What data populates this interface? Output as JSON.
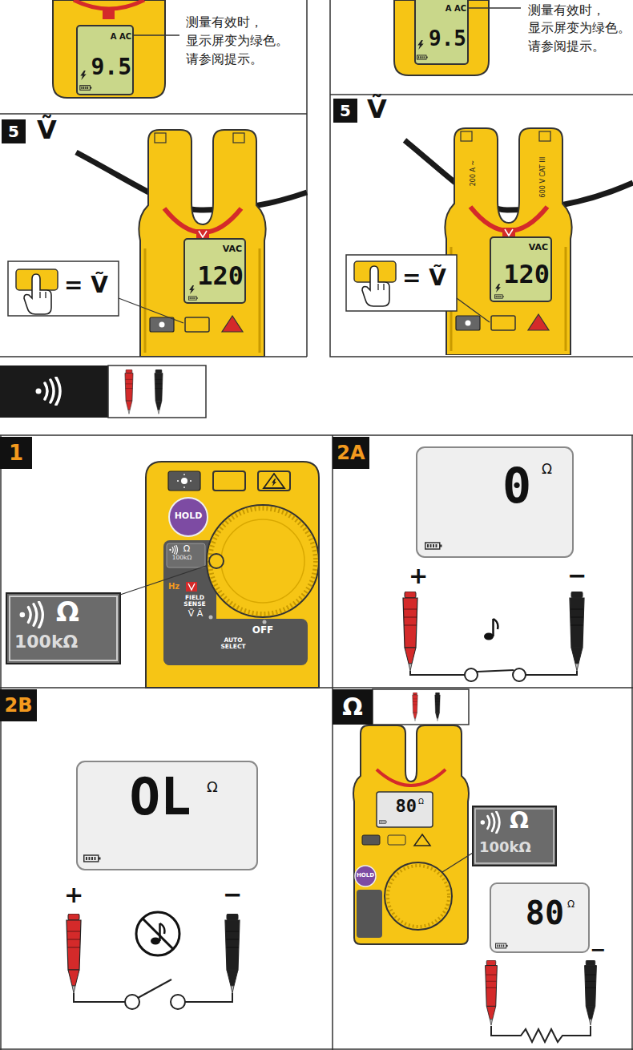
{
  "diagram": {
    "nodes": [
      {
        "text": [
          "A AC",
          "9.5"
        ]
      },
      {
        "text": [
          "测量有效时， 显示屏变为绿色。 请参阅提示。"
        ]
      },
      {
        "text": [
          "A AC",
          "9.5"
        ]
      },
      {
        "text": [
          "测量有效时， 显示屏变为绿色。 请参阅提示。"
        ]
      },
      {
        "text": [
          "5",
          "Ṽ"
        ]
      },
      {
        "text": [
          "VAC",
          "120"
        ],
        "in": 4
      },
      {
        "text": [
          "= Ṽ"
        ],
        "in": 4
      },
      {
        "text": [
          "5",
          "Ṽ"
        ]
      },
      {
        "text": [
          "VAC",
          "120"
        ],
        "in": 7
      },
      {
        "text": [
          "= Ṽ"
        ],
        "in": 7
      },
      {
        "text": [
          "1"
        ]
      },
      {
        "text": [
          "Ω",
          "100kΩ"
        ],
        "in": 10
      },
      {
        "text": [
          "2A"
        ]
      },
      {
        "text": [
          "0",
          "Ω"
        ],
        "in": 12
      },
      {
        "text": [
          "2B"
        ]
      },
      {
        "text": [
          "OL",
          "Ω"
        ],
        "in": 14
      },
      {
        "text": [
          "Ω"
        ]
      },
      {
        "text": [
          "80",
          "Ω"
        ],
        "in": 16
      },
      {
        "text": [
          "Ω",
          "100kΩ"
        ],
        "in": 16
      },
      {
        "text": [
          "80",
          "Ω"
        ],
        "in": 16
      }
    ],
    "edges": [
      {
        "from": 0,
        "to": 1,
        "arrow": "none"
      },
      {
        "from": 2,
        "to": 3,
        "arrow": "none"
      }
    ],
    "labels": [
      "200 A ~",
      "600 V CAT III",
      "HOLD",
      "Ω",
      "100kΩ",
      "Hz",
      "FIELD SENSE",
      "Ṽ Ã",
      "AUTO SELECT",
      "OFF",
      "+",
      "−",
      "+",
      "−",
      "HOLD",
      "−"
    ]
  }
}
